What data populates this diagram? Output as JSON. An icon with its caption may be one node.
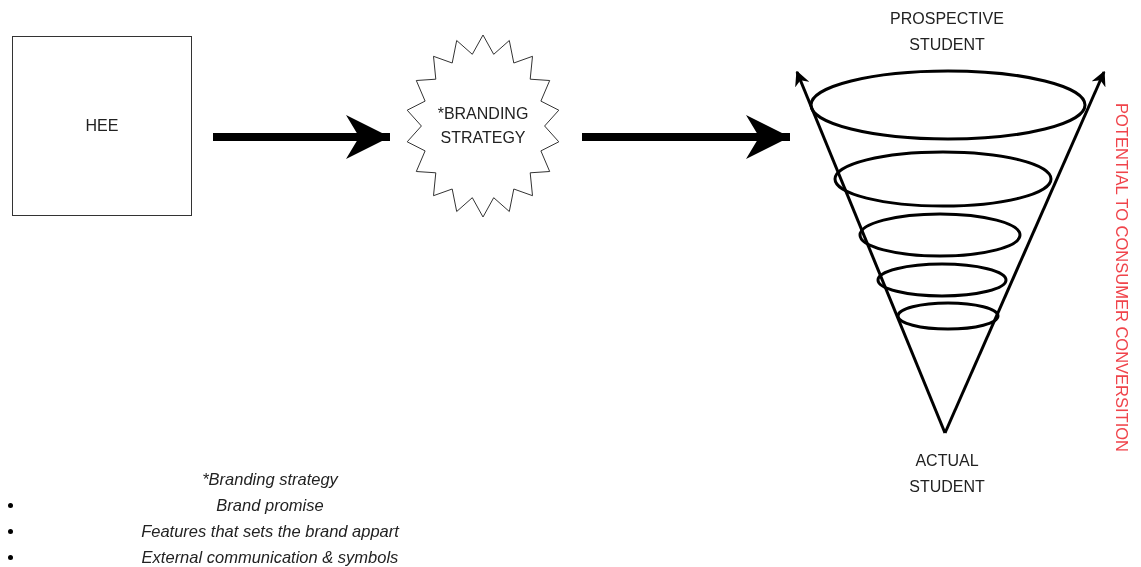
{
  "diagram": {
    "nodes": [
      {
        "text": [
          "HEE"
        ]
      },
      {
        "text": [
          "*BRANDING STRATEGY"
        ]
      },
      {
        "text": [],
        "shape": "funnel",
        "beside": [
          "PROSPECTIVE STUDENT",
          "ACTUAL STUDENT"
        ]
      }
    ],
    "edges": [
      {
        "from": 0,
        "to": 1,
        "arrow": "to"
      },
      {
        "from": 1,
        "to": 2,
        "arrow": "to"
      }
    ],
    "labels": [
      "POTENTIAL TO CONSUMER CONVERSITION",
      "*Branding strategy",
      "Brand promise",
      "Features that sets the brand appart",
      "External communication & symbols"
    ]
  }
}
